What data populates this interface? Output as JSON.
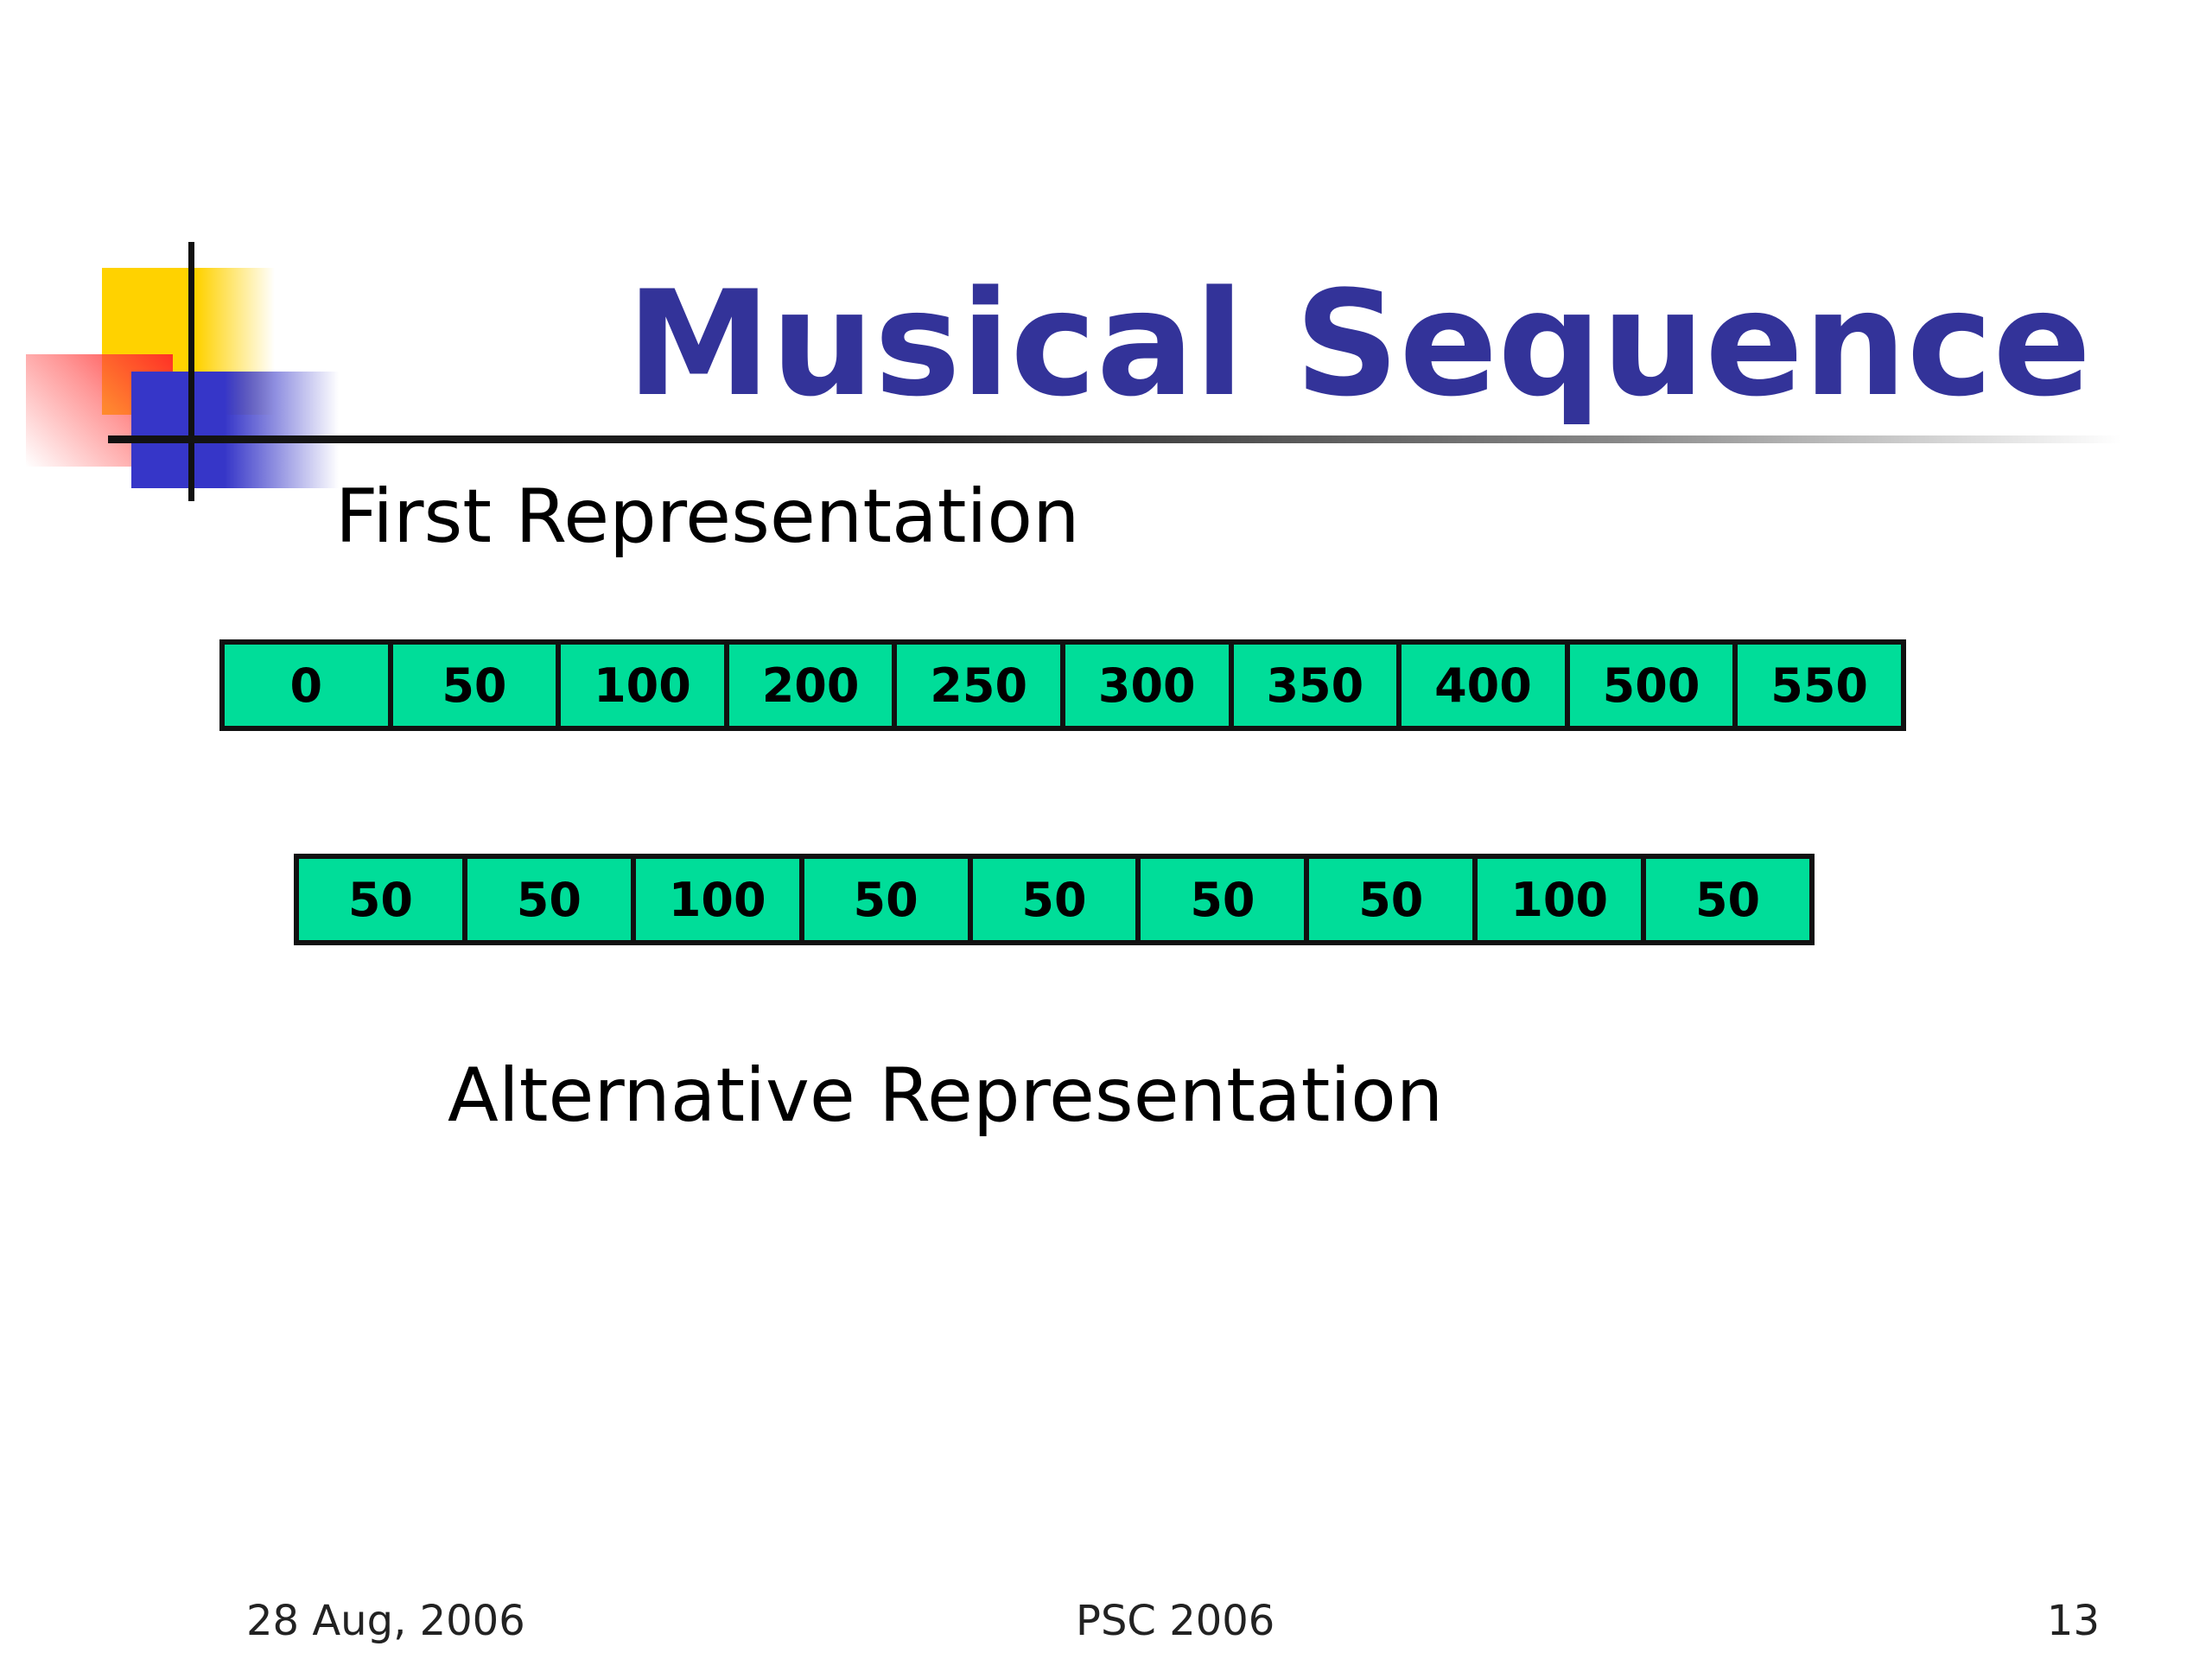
{
  "slide": {
    "title": "Musical Sequence",
    "first_label": "First Representation",
    "alt_label": "Alternative Representation"
  },
  "sequences": {
    "first": [
      "0",
      "50",
      "100",
      "200",
      "250",
      "300",
      "350",
      "400",
      "500",
      "550"
    ],
    "alternative": [
      "50",
      "50",
      "100",
      "50",
      "50",
      "50",
      "50",
      "100",
      "50"
    ]
  },
  "footer": {
    "date": "28 Aug, 2006",
    "conference": "PSC 2006",
    "page": "13"
  },
  "colors": {
    "title": "#333399",
    "cell_fill": "#00dd99",
    "cell_border": "#111111"
  }
}
